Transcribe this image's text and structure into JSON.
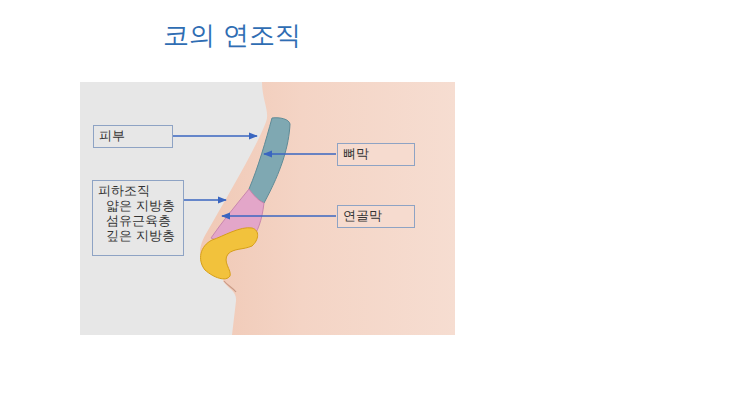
{
  "diagram": {
    "title": "코의 연조직",
    "nodes": [
      {
        "text": [
          "피부"
        ]
      },
      {
        "text": [
          "뼈막"
        ]
      },
      {
        "text": [
          "피하조직",
          "얇은 지방층",
          "섬유근육층",
          "깊은 지방층"
        ]
      },
      {
        "text": [
          "연골막"
        ]
      }
    ]
  }
}
